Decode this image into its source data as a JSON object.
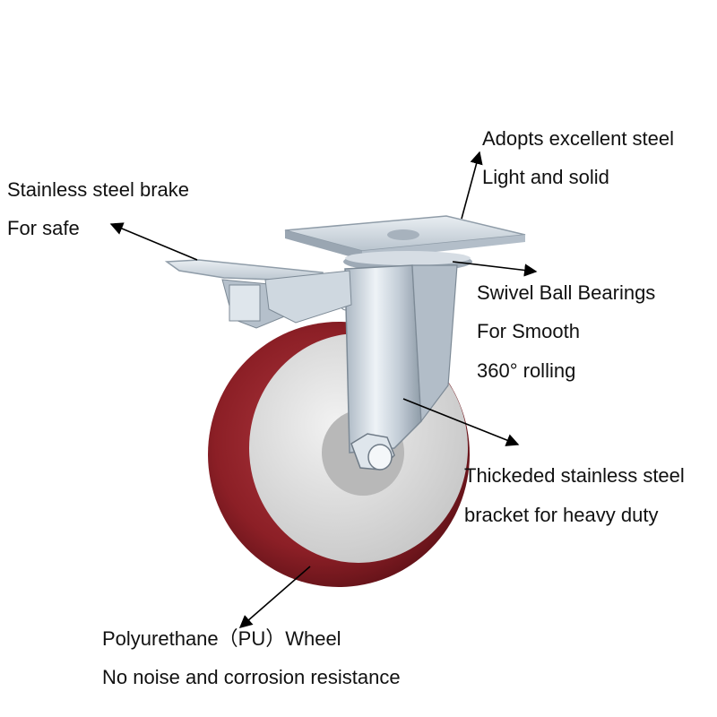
{
  "colors": {
    "background": "#ffffff",
    "text": "#111111",
    "arrow": "#000000",
    "wheel_tread": "#8c1f26",
    "wheel_hub": "#d9d9d9",
    "steel": "#c9d3dc"
  },
  "callouts": {
    "top_plate": {
      "line1": "Adopts excellent steel",
      "line2": "Light and solid"
    },
    "brake": {
      "line1": "Stainless steel brake",
      "line2": "For safe"
    },
    "bearings": {
      "line1": "Swivel Ball Bearings",
      "line2": "For Smooth",
      "line3": "360° rolling"
    },
    "bracket": {
      "line1": "Thickeded stainless steel",
      "line2": "bracket for heavy duty"
    },
    "wheel": {
      "line1": "Polyurethane（PU）Wheel",
      "line2": "No noise and corrosion resistance"
    }
  }
}
